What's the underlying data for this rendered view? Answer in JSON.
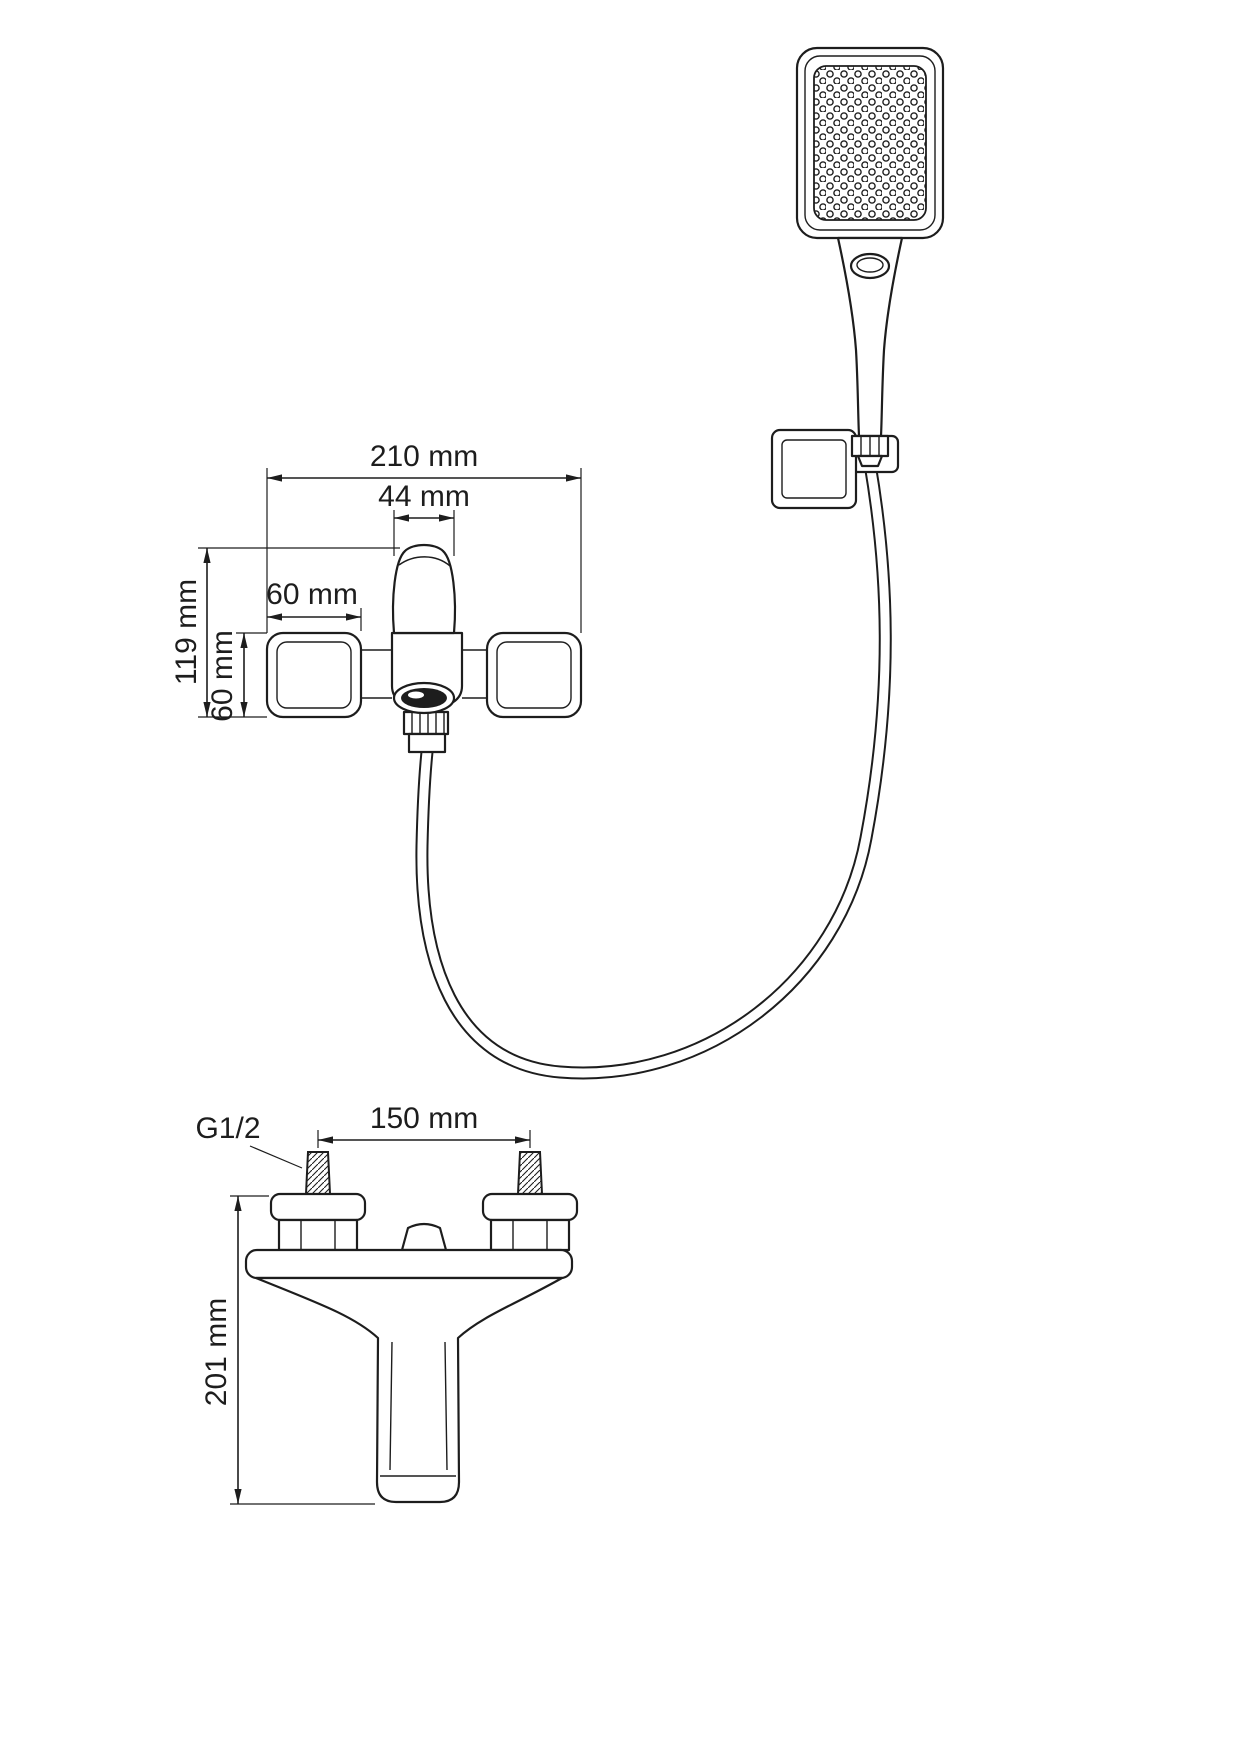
{
  "canvas": {
    "background": "#ffffff",
    "line_color": "#1d1d1d"
  },
  "front_view": {
    "dims": {
      "total_width": "210 mm",
      "handle_width": "44 mm",
      "escutcheon_width": "60 mm",
      "body_height": "119 mm",
      "escutcheon_height": "60 mm"
    }
  },
  "side_view": {
    "dims": {
      "thread": "G1/2",
      "connection_spacing": "150 mm",
      "total_height": "201 mm"
    }
  }
}
